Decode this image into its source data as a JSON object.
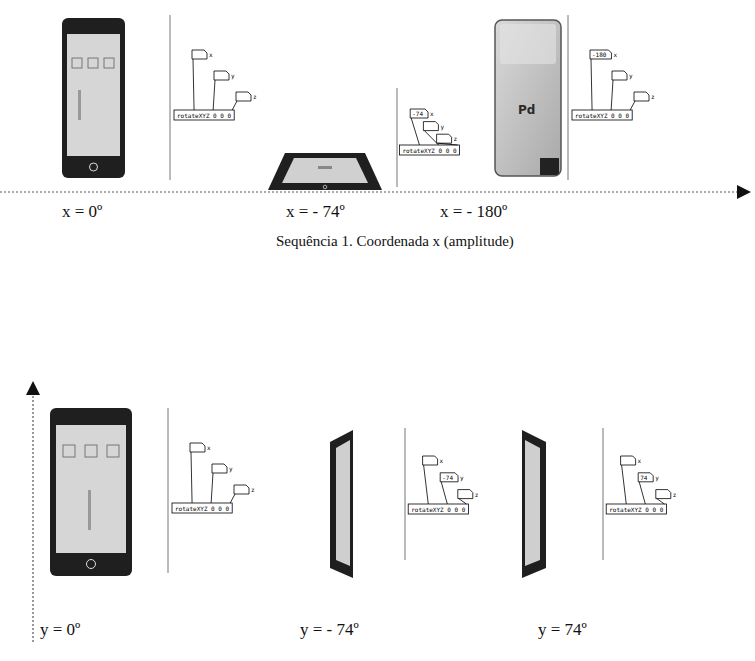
{
  "diagram": {
    "caption": "Sequência 1. Coordenada x (amplitude)",
    "labels": [
      "x = 0º",
      "x = - 74º",
      "x = - 180º",
      "y = 0º",
      "y = - 74º",
      "y = 74º",
      "Pd",
      "rotateXYZ 0 0 0",
      "x",
      "y",
      "z",
      "rotateXYZ 0 0 0",
      "x",
      "y",
      "z",
      "-74",
      "rotateXYZ 0 0 0",
      "x",
      "y",
      "z",
      "-180",
      "rotateXYZ 0 0 0",
      "x",
      "y",
      "z",
      "rotateXYZ 0 0 0",
      "x",
      "y",
      "z",
      "-74",
      "rotateXYZ 0 0 0",
      "x",
      "y",
      "z",
      "74"
    ]
  }
}
